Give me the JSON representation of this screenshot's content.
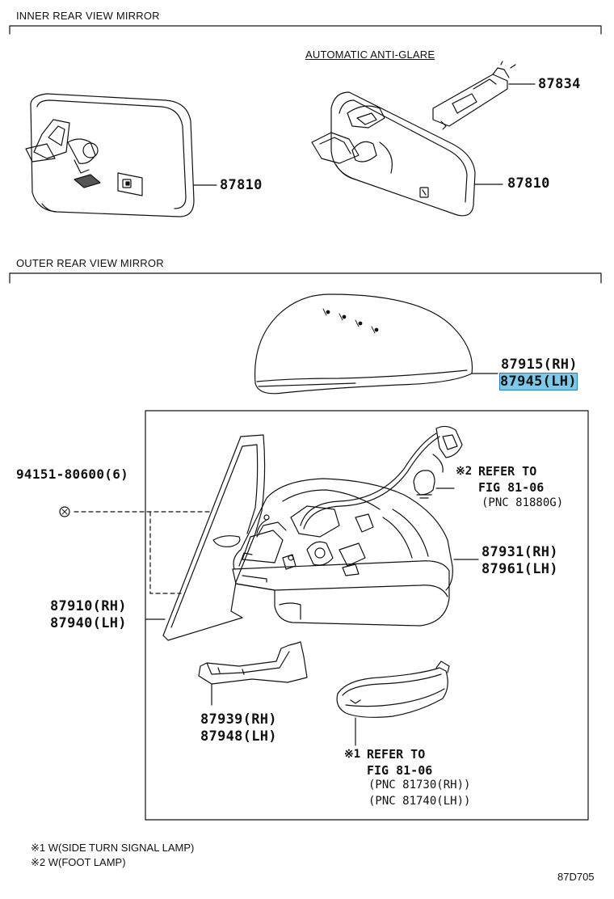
{
  "sections": {
    "inner_title": "INNER REAR VIEW MIRROR",
    "outer_title": "OUTER REAR VIEW MIRROR",
    "auto_antiglare": "AUTOMATIC ANTI-GLARE"
  },
  "parts": {
    "p87810_left": "87810",
    "p87810_right": "87810",
    "p87834": "87834",
    "p87915": "87915(RH)",
    "p87945": "87945(LH)",
    "p94151": "94151-80600(6)",
    "p87931": "87931(RH)",
    "p87961": "87961(LH)",
    "p87910": "87910(RH)",
    "p87940": "87940(LH)",
    "p87939": "87939(RH)",
    "p87948": "87948(LH)"
  },
  "refs": {
    "r2_mark": "※2",
    "r2_line1": "REFER TO",
    "r2_line2": "FIG 81-06",
    "r2_line3": "(PNC 81880G)",
    "r1_mark": "※1",
    "r1_line1": "REFER TO",
    "r1_line2": "FIG 81-06",
    "r1_line3": "(PNC 81730(RH))",
    "r1_line4": "(PNC 81740(LH))"
  },
  "notes": {
    "n1": "※1 W(SIDE TURN SIGNAL LAMP)",
    "n2": "※2 W(FOOT LAMP)"
  },
  "figure_id": "87D705",
  "colors": {
    "highlight": "#7ec8ea"
  }
}
